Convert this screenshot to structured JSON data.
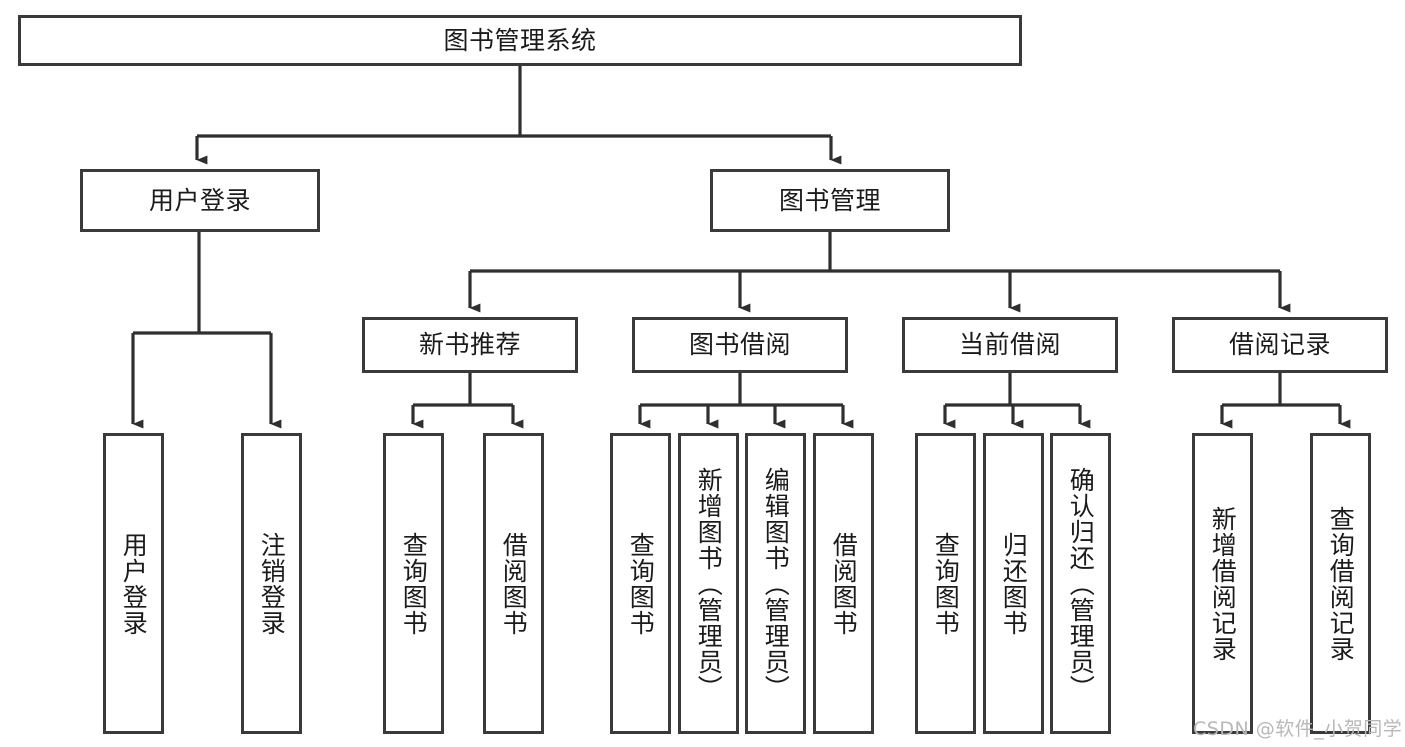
{
  "diagram": {
    "title": "图书管理系统",
    "type": "hierarchy-tree",
    "orientation": "top-down",
    "levels": 4,
    "root": {
      "id": "root",
      "label": "图书管理系统",
      "text_direction": "horizontal"
    },
    "level2": [
      {
        "id": "user-login",
        "label": "用户登录",
        "text_direction": "horizontal"
      },
      {
        "id": "book-management",
        "label": "图书管理",
        "text_direction": "horizontal"
      }
    ],
    "level3": [
      {
        "id": "new-book-recommend",
        "label": "新书推荐",
        "text_direction": "horizontal",
        "parent": "book-management"
      },
      {
        "id": "book-borrow",
        "label": "图书借阅",
        "text_direction": "horizontal",
        "parent": "book-management"
      },
      {
        "id": "current-borrow",
        "label": "当前借阅",
        "text_direction": "horizontal",
        "parent": "book-management"
      },
      {
        "id": "borrow-record",
        "label": "借阅记录",
        "text_direction": "horizontal",
        "parent": "book-management"
      }
    ],
    "leaves": {
      "user_login": [
        {
          "id": "leaf-user-login",
          "label": "用户登录",
          "text_direction": "vertical"
        },
        {
          "id": "leaf-logout",
          "label": "注销登录",
          "text_direction": "vertical"
        }
      ],
      "new_book_recommend": [
        {
          "id": "leaf-query-book-1",
          "label": "查询图书",
          "text_direction": "vertical"
        },
        {
          "id": "leaf-borrow-book-1",
          "label": "借阅图书",
          "text_direction": "vertical"
        }
      ],
      "book_borrow": [
        {
          "id": "leaf-query-book-2",
          "label": "查询图书",
          "text_direction": "vertical"
        },
        {
          "id": "leaf-add-book",
          "label": "新增图书（管理员）",
          "text_direction": "vertical"
        },
        {
          "id": "leaf-edit-book",
          "label": "编辑图书（管理员）",
          "text_direction": "vertical"
        },
        {
          "id": "leaf-borrow-book-2",
          "label": "借阅图书",
          "text_direction": "vertical"
        }
      ],
      "current_borrow": [
        {
          "id": "leaf-query-book-3",
          "label": "查询图书",
          "text_direction": "vertical"
        },
        {
          "id": "leaf-return-book",
          "label": "归还图书",
          "text_direction": "vertical"
        },
        {
          "id": "leaf-confirm-return",
          "label": "确认归还（管理员）",
          "text_direction": "vertical"
        }
      ],
      "borrow_record": [
        {
          "id": "leaf-add-record",
          "label": "新增借阅记录",
          "text_direction": "vertical"
        },
        {
          "id": "leaf-query-record",
          "label": "查询借阅记录",
          "text_direction": "vertical"
        }
      ]
    },
    "colors": {
      "border": "#3a3a3a",
      "edge": "#2f2f2f",
      "box_fill": "#ffffff",
      "text": "#1b1b1b",
      "background": "#ffffff",
      "watermark": "#b8b8b8"
    }
  },
  "watermark": {
    "text": "CSDN @软件_小贺同学"
  }
}
